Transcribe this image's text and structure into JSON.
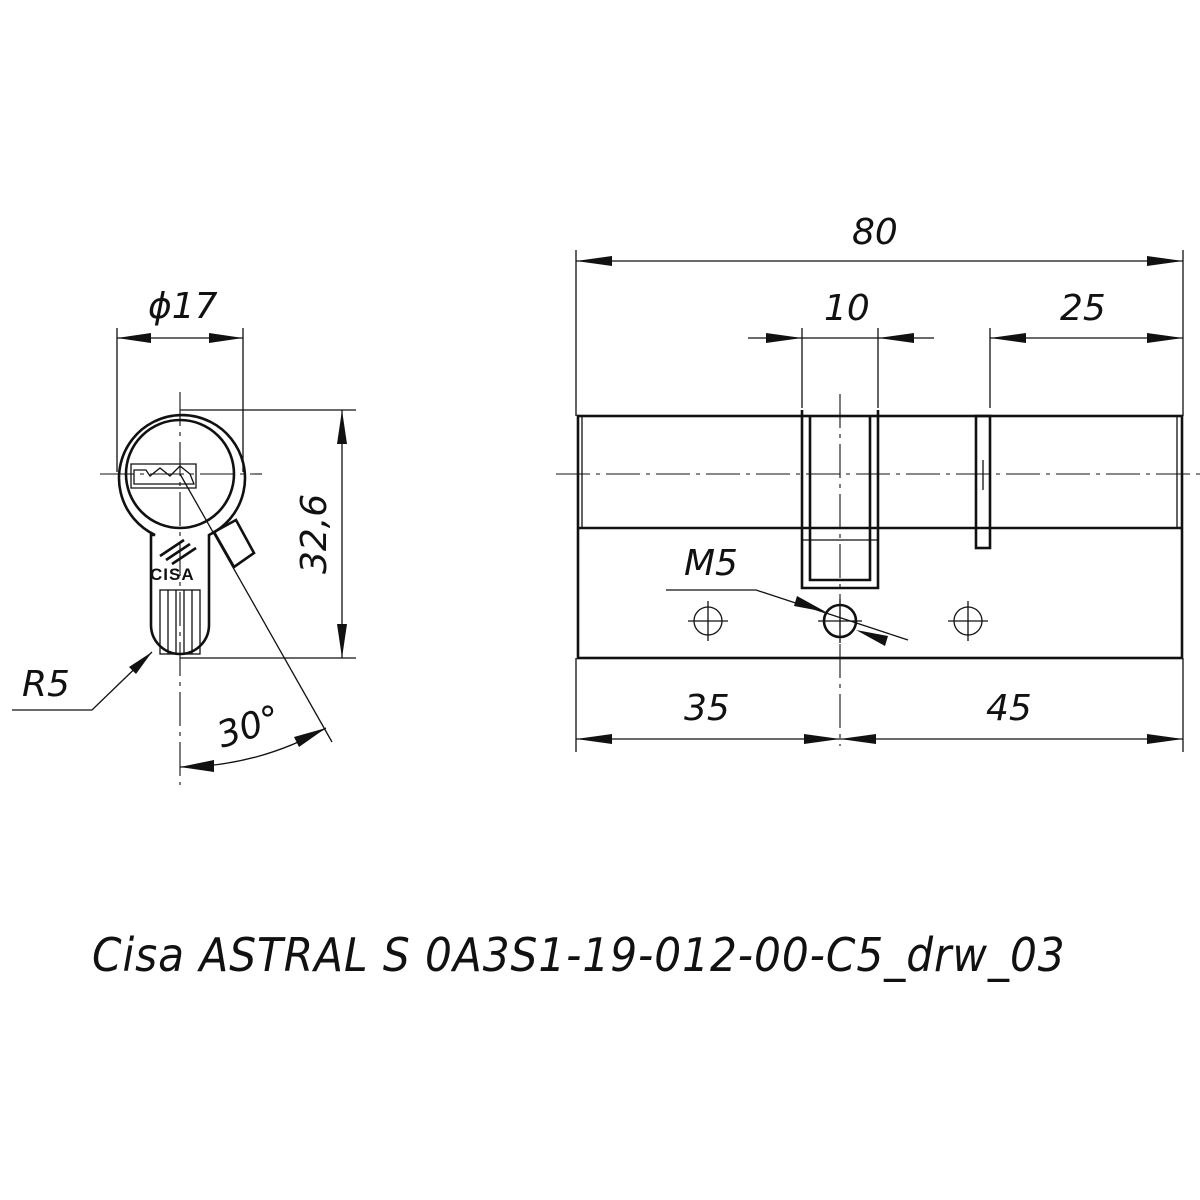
{
  "front_view": {
    "diameter_label": "ϕ17",
    "height_label": "32,6",
    "radius_label": "R5",
    "angle_label": "30°",
    "logo_text": "CISA"
  },
  "side_view": {
    "overall_length_label": "80",
    "cam_width_label": "10",
    "right_part_label": "25",
    "thread_label": "M5",
    "left_offset_label": "35",
    "right_offset_label": "45"
  },
  "caption": "Cisa ASTRAL  S 0A3S1-19-012-00-C5_drw_03"
}
